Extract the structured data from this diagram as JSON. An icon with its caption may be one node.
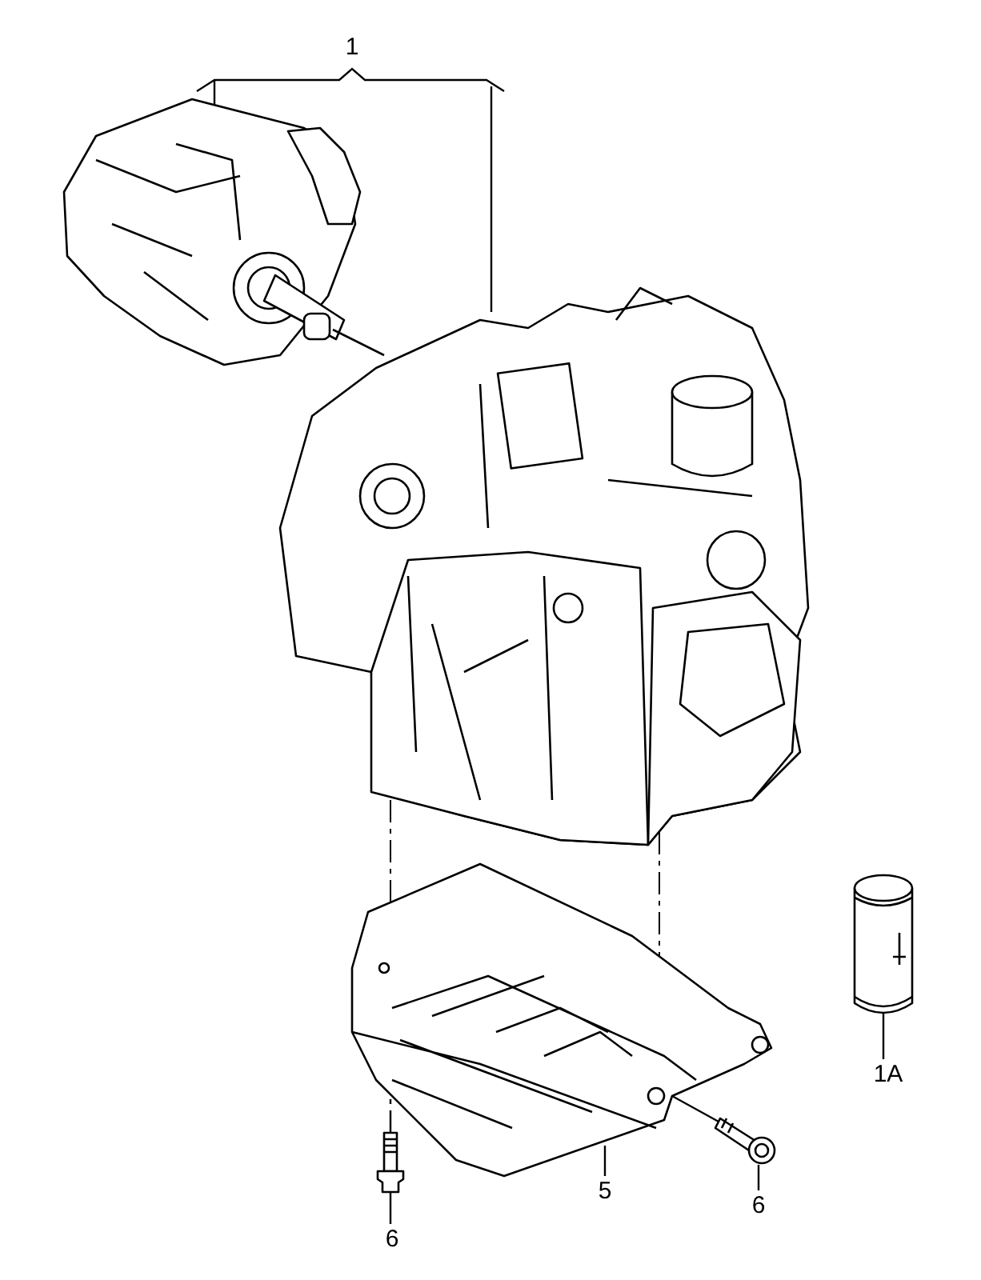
{
  "diagram": {
    "nodes": [
      {
        "text": [
          "1A"
        ]
      },
      {
        "text": [],
        "shape": "picture"
      },
      {
        "text": [
          "5"
        ]
      },
      {
        "text": [],
        "shape": "picture"
      },
      {
        "text": [
          "6"
        ]
      },
      {
        "text": [],
        "shape": "picture"
      },
      {
        "text": [
          "6"
        ]
      },
      {
        "text": [],
        "shape": "picture"
      }
    ],
    "edges": [
      {
        "from": 0,
        "to": 1,
        "arrow": "none"
      },
      {
        "from": 2,
        "to": 3,
        "arrow": "none"
      },
      {
        "from": 4,
        "to": 5,
        "arrow": "none"
      },
      {
        "from": 6,
        "to": 7,
        "arrow": "none"
      },
      {
        "from": 5,
        "to": 3,
        "arrow": "none",
        "style": "dashed"
      },
      {
        "from": 7,
        "to": 3,
        "arrow": "none"
      }
    ],
    "labels": [
      "1"
    ]
  }
}
